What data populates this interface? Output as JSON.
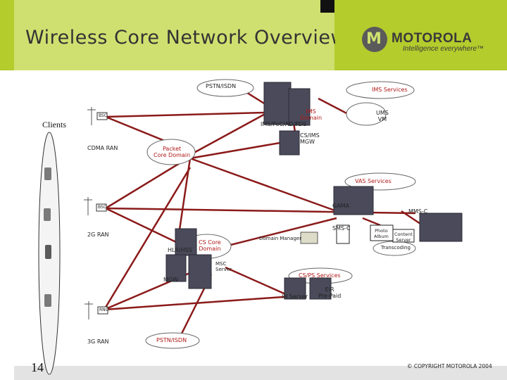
{
  "title": "Wireless Core Network Overview",
  "brand": {
    "name": "MOTOROLA",
    "tagline": "Intelligence everywhere™",
    "accent": "#b4cc2c"
  },
  "labels": {
    "clients": "Clients",
    "pstn_top": "PSTN/ISDN",
    "ims_services": "IMS Services",
    "ims_domain": "IMS\nDomain",
    "ims_stack": "IMS/PoC/AD/PDS",
    "ums_vm": "UMS\nVM",
    "cs_ims_mgw": "CS/IMS\nMGW",
    "cdma_ran": "CDMA RAN",
    "packet_core": "Packet\nCore Domain",
    "vas_services": "VAS Services",
    "gama": "GAMA",
    "mms_c": "MMS-C",
    "sms_c": "SMS-C",
    "photo_album": "Photo\nAlbum",
    "content_server": "Content\nServer",
    "transcoding": "Transcoding",
    "two_g_ran": "2G RAN",
    "domain_manager": "Domain Manager",
    "hlr_hss": "HLR/HSS",
    "cs_core": "CS Core\nDomain",
    "msc_server": "MSC\nServer",
    "mgw": "MGW",
    "cs_ps_services": "CS/PS Services",
    "in_server": "IN Server",
    "eir_prepaid": "EIR\nPre-Paid",
    "three_g_ran": "3G RAN",
    "pstn_bottom": "PSTN/ISDN",
    "bsc": "BSC",
    "bsc2": "BSC",
    "rnc": "RNC"
  },
  "page_number": "14",
  "copyright": "© COPYRIGHT MOTOROLA 2004",
  "colors": {
    "link": "#8b1a1a",
    "equipment": "#4a4a5a"
  }
}
